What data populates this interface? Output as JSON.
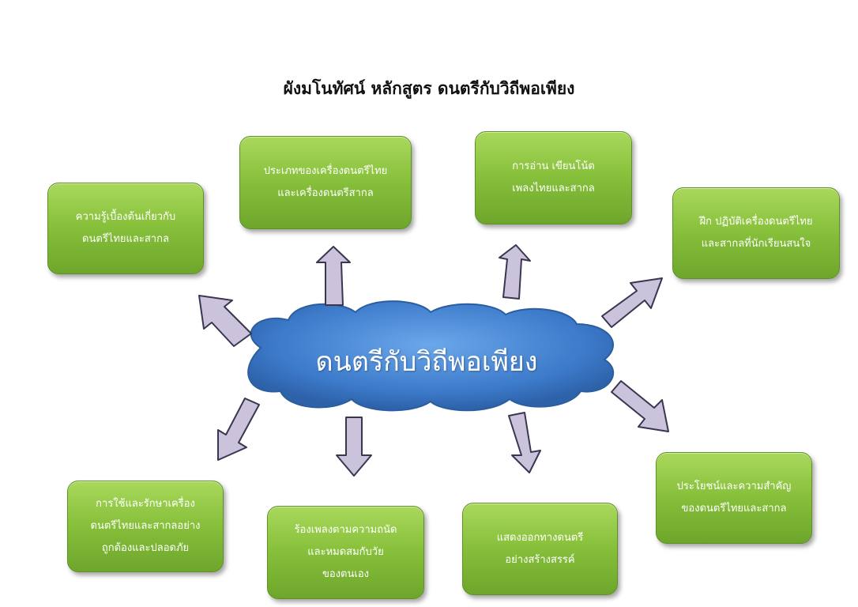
{
  "title": "ผังมโนทัศน์ หลักสูตร  ดนตรีกับวิถีพอเพียง",
  "center": "ดนตรีกับวิถีพอเพียง",
  "boxes": [
    {
      "id": "knowledge",
      "text": "ความรู้เบื้องต้นเกี่ยวกับ\nดนตรีไทยและสากล"
    },
    {
      "id": "types",
      "text": "ประเภทของเครื่องดนตรีไทย\nและเครื่องดนตรีสากล"
    },
    {
      "id": "reading",
      "text": "การอ่าน  เขียนโน้ต\nเพลงไทยและสากล"
    },
    {
      "id": "practice",
      "text": "ฝึก  ปฏิบัติเครื่องดนตรีไทย\nและสากลที่นักเรียนสนใจ"
    },
    {
      "id": "benefits",
      "text": "ประโยชน์และความสำคัญ\nของดนตรีไทยและสากล"
    },
    {
      "id": "perform",
      "text": "แสดงออกทางดนตรี\nอย่างสร้างสรรค์"
    },
    {
      "id": "singing",
      "text": "ร้องเพลงตามความถนัด\nและหมดสมกับวัย\nของตนเอง"
    },
    {
      "id": "care",
      "text": "การใช้และรักษาเครื่อง\nดนตรีไทยและสากลอย่าง\nถูกต้องและปลอดภัย"
    }
  ],
  "colors": {
    "box": "#86bf3a",
    "cloud": "#3f7fd0",
    "arrow": "#cbc3dc"
  }
}
